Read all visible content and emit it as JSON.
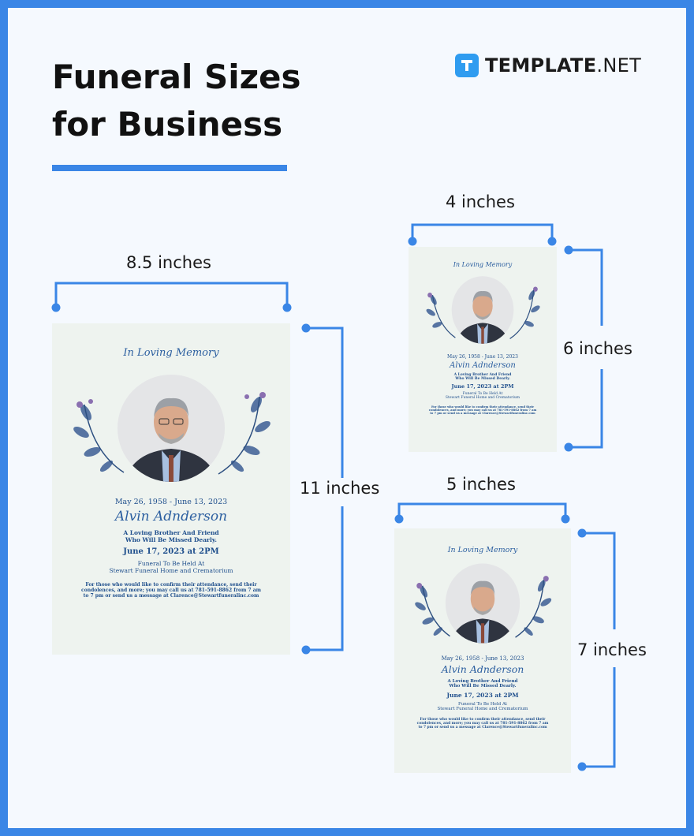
{
  "header": {
    "title_line1": "Funeral Sizes",
    "title_line2": "for Business",
    "brand_name": "TEMPLATE",
    "brand_suffix": ".NET",
    "brand_icon": "t-logo-icon",
    "accent_color": "#3a86e6"
  },
  "dimensions": {
    "large_width": "8.5 inches",
    "large_height": "11 inches",
    "small_width": "4 inches",
    "small_height": "6 inches",
    "medium_width": "5 inches",
    "medium_height": "7 inches"
  },
  "card": {
    "heading": "In Loving Memory",
    "dates": "May 26, 1958 - June 13, 2023",
    "name": "Alvin Adnderson",
    "tribute_line1": "A Loving Brother And Friend",
    "tribute_line2": "Who Will Be Missed Dearly.",
    "service_date": "June 17, 2023 at 2PM",
    "location_line1": "Funeral To Be Held At",
    "location_line2": "Stewart Funeral Home and Crematorium",
    "rsvp_line1": "For those who would like to confirm their attendance, send their",
    "rsvp_line2": "condolences, and more; you may call us at 781-591-8862 from 7 am",
    "rsvp_line3": "to 7 pm or send us a message at Clarence@Stewartfuneralinc.com",
    "photo_icon": "portrait-photo",
    "floral_icon": "floral-wreath-icon",
    "card_bg_color": "#eef3ef",
    "text_color": "#1e4e8c"
  }
}
